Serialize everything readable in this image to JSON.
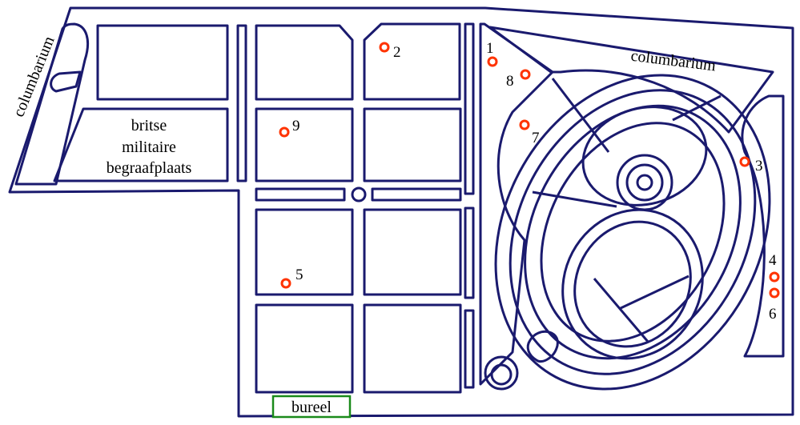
{
  "labels": {
    "columbarium_left": "columbarium",
    "columbarium_right": "columbarium",
    "british_line1": "britse",
    "british_line2": "militaire",
    "british_line3": "begraafplaats",
    "office": "bureel"
  },
  "markers": [
    {
      "id": "1",
      "label": "1"
    },
    {
      "id": "2",
      "label": "2"
    },
    {
      "id": "3",
      "label": "3"
    },
    {
      "id": "4",
      "label": "4"
    },
    {
      "id": "5",
      "label": "5"
    },
    {
      "id": "6",
      "label": "6"
    },
    {
      "id": "7",
      "label": "7"
    },
    {
      "id": "8",
      "label": "8"
    },
    {
      "id": "9",
      "label": "9"
    }
  ],
  "colors": {
    "outline": "#1a1a6e",
    "marker": "#ff3300",
    "office_border": "#1a8a1a"
  }
}
